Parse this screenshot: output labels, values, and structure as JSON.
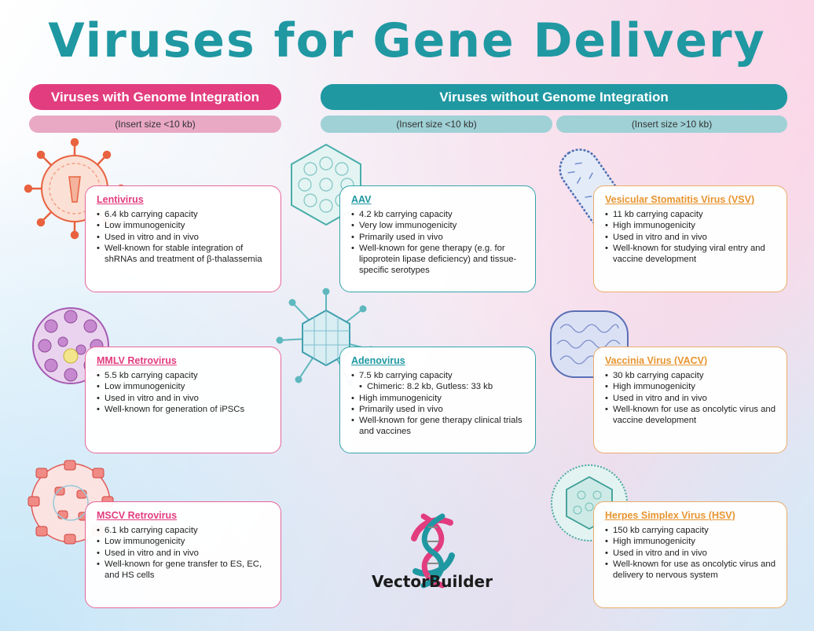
{
  "title": "Viruses for Gene Delivery",
  "columns": {
    "integration": {
      "label": "Viruses with Genome Integration",
      "insert": "(Insert size <10 kb)"
    },
    "non_integration": {
      "label": "Viruses without Genome Integration",
      "insert_small": "(Insert size <10 kb)",
      "insert_large": "(Insert size >10 kb)"
    }
  },
  "viruses": {
    "lentivirus": {
      "name": "Lentivirus",
      "points": [
        "6.4 kb carrying capacity",
        "Low immunogenicity",
        "Used in vitro and in vivo",
        "Well-known for stable integration of shRNAs and treatment of β-thalassemia"
      ]
    },
    "mmlv": {
      "name": "MMLV Retrovirus",
      "points": [
        "5.5 kb carrying capacity",
        "Low immunogenicity",
        "Used in vitro and in vivo",
        "Well-known for generation of iPSCs"
      ]
    },
    "mscv": {
      "name": "MSCV Retrovirus",
      "points": [
        "6.1 kb carrying capacity",
        "Low immunogenicity",
        "Used in vitro and in vivo",
        "Well-known for gene transfer to ES, EC, and HS cells"
      ]
    },
    "aav": {
      "name": "AAV",
      "points": [
        "4.2 kb carrying capacity",
        "Very low immunogenicity",
        "Primarily used in vivo",
        "Well-known for gene therapy (e.g. for lipoprotein lipase deficiency) and tissue-specific serotypes"
      ]
    },
    "adenovirus": {
      "name": "Adenovirus",
      "points": [
        "7.5 kb carrying capacity",
        "Chimeric: 8.2 kb, Gutless: 33 kb",
        "High immunogenicity",
        "Primarily used in vivo",
        "Well-known for gene therapy clinical trials and vaccines"
      ]
    },
    "vsv": {
      "name": "Vesicular Stomatitis Virus (VSV)",
      "points": [
        "11 kb carrying capacity",
        "High immunogenicity",
        "Used in vitro and in vivo",
        "Well-known for studying viral entry and vaccine development"
      ]
    },
    "vacv": {
      "name": "Vaccinia Virus (VACV)",
      "points": [
        "30 kb carrying capacity",
        "High immunogenicity",
        "Used in vitro and in vivo",
        "Well-known for use as oncolytic virus and vaccine development"
      ]
    },
    "hsv": {
      "name": "Herpes Simplex Virus (HSV)",
      "points": [
        "150 kb carrying capacity",
        "High immunogenicity",
        "Used in vitro and in vivo",
        "Well-known for use as oncolytic virus and delivery to nervous system"
      ]
    }
  },
  "brand": {
    "name": "VectorBuilder"
  },
  "colors": {
    "teal": "#1f98a2",
    "pink": "#e23d7f",
    "orange": "#e7952f"
  },
  "icons": [
    "lentivirus-icon",
    "mmlv-icon",
    "mscv-icon",
    "aav-icon",
    "adenovirus-icon",
    "vsv-icon",
    "vacv-icon",
    "hsv-icon",
    "dna-logo-icon"
  ]
}
